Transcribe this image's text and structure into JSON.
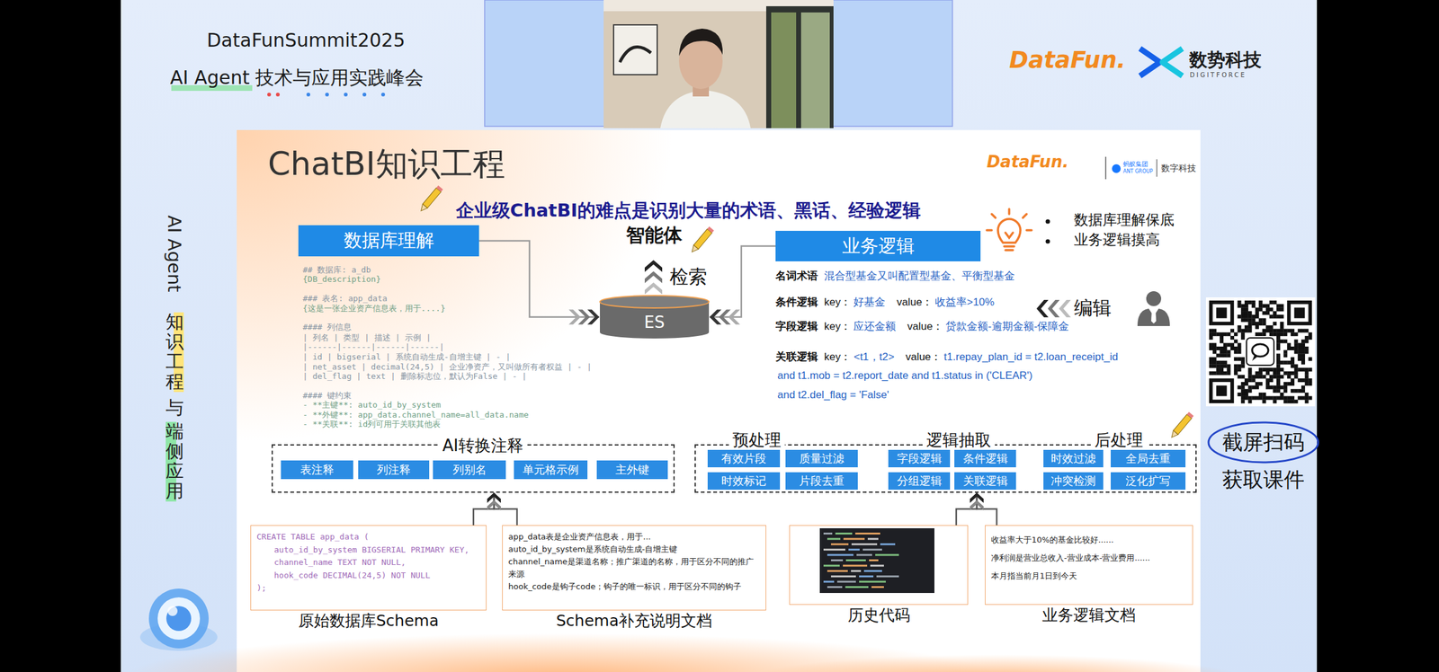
{
  "diagram": {
    "title": "ChatBI知识工程",
    "nodes": [
      {
        "text": [
          "数据库理解"
        ]
      },
      {
        "text": [
          "ES"
        ]
      },
      {
        "text": [
          "业务逻辑"
        ]
      },
      {
        "text": [
          "AI转换注释"
        ]
      },
      {
        "text": [
          "表注释"
        ],
        "in": 3
      },
      {
        "text": [
          "列注释"
        ],
        "in": 3
      },
      {
        "text": [
          "列别名"
        ],
        "in": 3
      },
      {
        "text": [
          "单元格示例"
        ],
        "in": 3
      },
      {
        "text": [
          "主外键"
        ],
        "in": 3
      },
      {
        "text": [
          "预处理",
          "逻辑抽取",
          "后处理"
        ]
      },
      {
        "text": [
          "有效片段"
        ],
        "in": 9
      },
      {
        "text": [
          "质量过滤"
        ],
        "in": 9
      },
      {
        "text": [
          "字段逻辑"
        ],
        "in": 9
      },
      {
        "text": [
          "条件逻辑"
        ],
        "in": 9
      },
      {
        "text": [
          "时效过滤"
        ],
        "in": 9
      },
      {
        "text": [
          "全局去重"
        ],
        "in": 9
      },
      {
        "text": [
          "时效标记"
        ],
        "in": 9
      },
      {
        "text": [
          "片段去重"
        ],
        "in": 9
      },
      {
        "text": [
          "分组逻辑"
        ],
        "in": 9
      },
      {
        "text": [
          "关联逻辑"
        ],
        "in": 9
      },
      {
        "text": [
          "冲突检测"
        ],
        "in": 9
      },
      {
        "text": [
          "泛化扩写"
        ],
        "in": 9
      },
      {
        "text": [
          "CREATE TABLE app_data (",
          "auto_id_by_system BIGSERIAL PRIMARY KEY,",
          "channel_name TEXT NOT NULL,",
          "hook_code DECIMAL(24,5) NOT NULL",
          ");",
          "原始数据库Schema"
        ]
      },
      {
        "text": [
          "app_data表是企业资产信息表，用于...",
          "auto_id_by_system是系统自动生成-自增主键",
          "channel_name是渠道名称；推广渠道的名称，用于区分不同的推广来源",
          "hook_code是钩子code；钩子的唯一标识，用于区分不同的钩子",
          "Schema补充说明文档"
        ]
      },
      {
        "text": [
          "历史代码"
        ]
      },
      {
        "text": [
          "收益率大于10%的基金比较好......",
          "净利润是营业总收入-营业成本-营业费用......",
          "本月指当前月1日到今天",
          "业务逻辑文档"
        ]
      }
    ],
    "edges": [
      {
        "from": 0,
        "to": 1,
        "arrow": "to"
      },
      {
        "from": 2,
        "to": 1,
        "arrow": "to"
      },
      {
        "from": 22,
        "to": 3,
        "arrow": "to"
      },
      {
        "from": 23,
        "to": 3,
        "arrow": "to"
      },
      {
        "from": 24,
        "to": 9,
        "arrow": "to"
      },
      {
        "from": 25,
        "to": 9,
        "arrow": "to"
      }
    ],
    "labels": [
      "DataFunSummit2025",
      "AI Agent 技术与应用实践峰会",
      "DataFun.",
      "数势科技",
      "DIGITFORCE",
      "AI Agent",
      "知识工程",
      "与",
      "端侧应用",
      "截屏扫码",
      "获取课件",
      "DataFun.",
      "蚂蚁集团",
      "ANT GROUP",
      "数字科技",
      "企业级ChatBI的难点是识别大量的术语、黑话、经验逻辑",
      "智能体",
      "检索",
      "数据库理解保底",
      "业务逻辑摸高",
      "## 数据库: a_db",
      "{DB_description}",
      "### 表名: app_data",
      "{这是一张企业资产信息表，用于....}",
      "#### 列信息",
      "| 列名 | 类型 | 描述 | 示例 |",
      "|------|------|------|------|",
      "| id | bigserial | 系统自动生成-自增主键 | - |",
      "| net_asset | decimal(24,5) | 企业净资产，又叫做所有者权益 | - |",
      "| del_flag | text | 删除标志位，默认为False | - |",
      "#### 键约束",
      "- **主键**: auto_id_by_system",
      "- **外键**: app_data.channel_name=all_data.name",
      "- **关联**: id列可用于关联其他表",
      "名词术语",
      "混合型基金又叫配置型基金、平衡型基金",
      "条件逻辑",
      "key：",
      "好基金",
      "value：",
      "收益率>10%",
      "字段逻辑",
      "key：",
      "应还金额",
      "value：",
      "贷款金额-逾期金额-保障金",
      "关联逻辑",
      "key：",
      "<t1，t2>",
      "value：",
      "t1.repay_plan_id = t2.loan_receipt_id",
      "and t1.mob = t2.report_date  and t1.status in ('CLEAR')",
      "and t2.del_flag = 'False'",
      "编辑"
    ]
  }
}
